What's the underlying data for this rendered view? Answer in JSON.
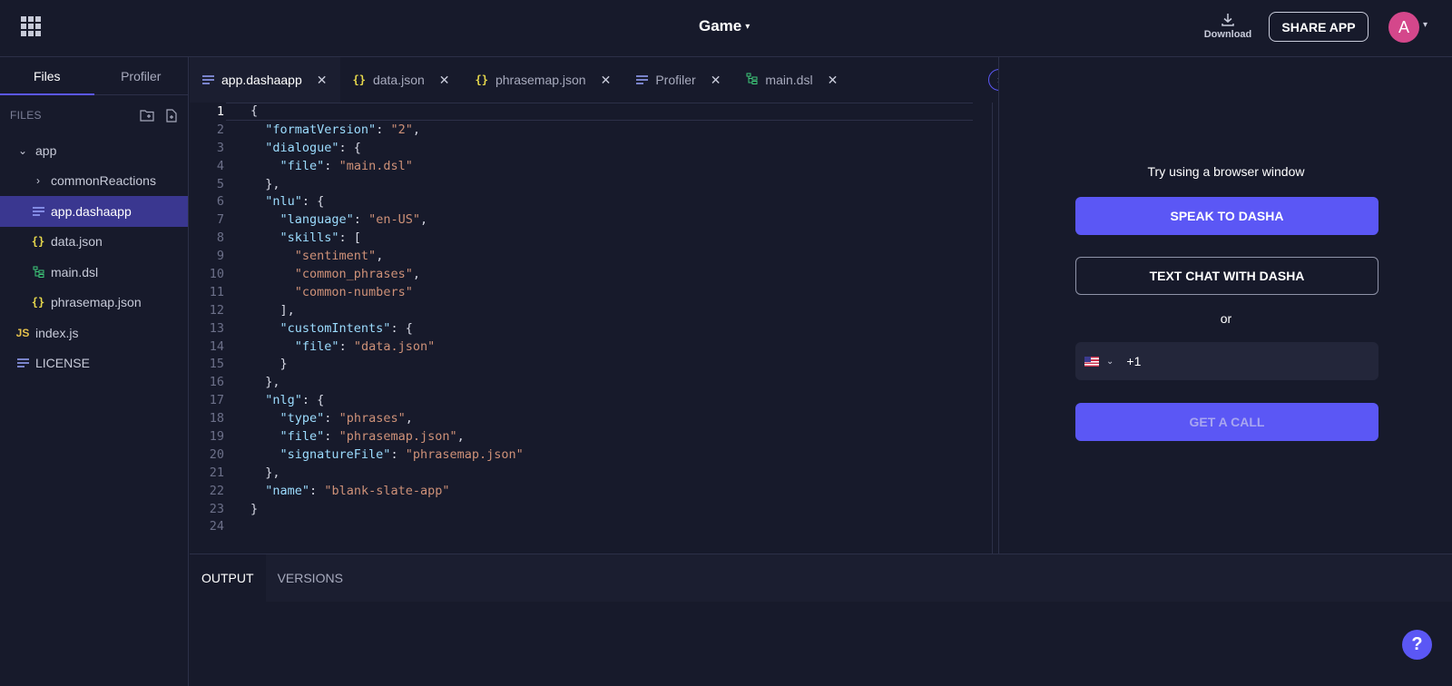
{
  "header": {
    "project_title": "Game",
    "download_label": "Download",
    "share_label": "SHARE APP",
    "avatar_letter": "A"
  },
  "sidebar": {
    "tabs": [
      {
        "label": "Files",
        "active": true
      },
      {
        "label": "Profiler",
        "active": false
      }
    ],
    "files_heading": "FILES",
    "tree": [
      {
        "label": "app",
        "icon": "chevron-down-icon",
        "depth": 1
      },
      {
        "label": "commonReactions",
        "icon": "chevron-right-icon",
        "depth": 2
      },
      {
        "label": "app.dashaapp",
        "icon": "lines-file-icon",
        "depth": 2,
        "selected": true
      },
      {
        "label": "data.json",
        "icon": "json-file-icon",
        "depth": 2
      },
      {
        "label": "main.dsl",
        "icon": "dsl-file-icon",
        "depth": 2
      },
      {
        "label": "phrasemap.json",
        "icon": "json-file-icon",
        "depth": 2
      },
      {
        "label": "index.js",
        "icon": "js-file-icon",
        "depth": 1
      },
      {
        "label": "LICENSE",
        "icon": "lines-file-icon",
        "depth": 1
      }
    ]
  },
  "editor_tabs": [
    {
      "label": "app.dashaapp",
      "icon": "lines-file-icon",
      "active": true
    },
    {
      "label": "data.json",
      "icon": "json-file-icon",
      "active": false
    },
    {
      "label": "phrasemap.json",
      "icon": "json-file-icon",
      "active": false
    },
    {
      "label": "Profiler",
      "icon": "lines-file-icon",
      "active": false
    },
    {
      "label": "main.dsl",
      "icon": "dsl-file-icon",
      "active": false
    }
  ],
  "code": {
    "current_line": 1,
    "lines": [
      "{",
      "  \"formatVersion\": \"2\",",
      "  \"dialogue\": {",
      "    \"file\": \"main.dsl\"",
      "  },",
      "  \"nlu\": {",
      "    \"language\": \"en-US\",",
      "    \"skills\": [",
      "      \"sentiment\",",
      "      \"common_phrases\",",
      "      \"common-numbers\"",
      "    ],",
      "    \"customIntents\": {",
      "      \"file\": \"data.json\"",
      "    }",
      "  },",
      "  \"nlg\": {",
      "    \"type\": \"phrases\",",
      "    \"file\": \"phrasemap.json\",",
      "    \"signatureFile\": \"phrasemap.json\"",
      "  },",
      "  \"name\": \"blank-slate-app\"",
      "}",
      ""
    ]
  },
  "output": {
    "tabs": [
      {
        "label": "OUTPUT",
        "active": true
      },
      {
        "label": "VERSIONS",
        "active": false
      }
    ]
  },
  "call_panel": {
    "hint": "Try using a browser window",
    "speak_label": "SPEAK TO DASHA",
    "text_chat_label": "TEXT CHAT WITH DASHA",
    "or_label": "or",
    "phone_prefix": "+1",
    "get_call_label": "GET A CALL"
  },
  "help_label": "?",
  "colors": {
    "background": "#171a2b",
    "accent": "#5b57f5",
    "selected": "#3a3790",
    "json_key": "#9cdcfe",
    "json_string": "#ce9178",
    "avatar": "#d4478b"
  }
}
